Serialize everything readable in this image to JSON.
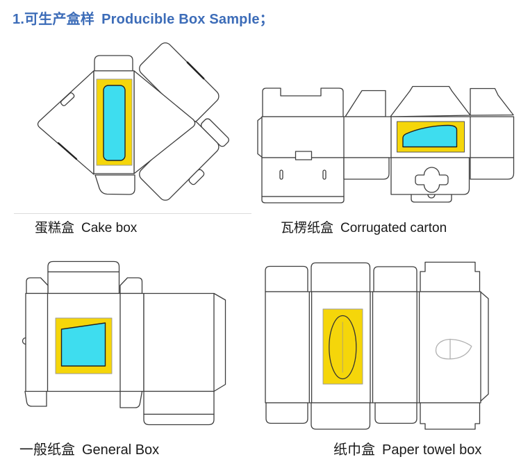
{
  "title": {
    "zh": "1.可生产盒样",
    "en": "Producible Box Sample；",
    "color": "#3c6cb8"
  },
  "samples": [
    {
      "id": "cake-box",
      "label_zh": "蛋糕盒",
      "label_en": "Cake box"
    },
    {
      "id": "corrugated-carton",
      "label_zh": "瓦楞纸盒",
      "label_en": "Corrugated carton"
    },
    {
      "id": "general-box",
      "label_zh": "一般纸盒",
      "label_en": "General Box"
    },
    {
      "id": "paper-towel-box",
      "label_zh": "纸巾盒",
      "label_en": "Paper towel box"
    }
  ],
  "colors": {
    "title_blue": "#3c6cb8",
    "window_yellow": "#f5d60a",
    "window_cyan": "#3eddef",
    "dieline_stroke": "#3d3d3d",
    "divider_gray": "#dcdcdc",
    "leaf_gray": "#b0b0b0",
    "label_text": "#1a1a1a"
  }
}
